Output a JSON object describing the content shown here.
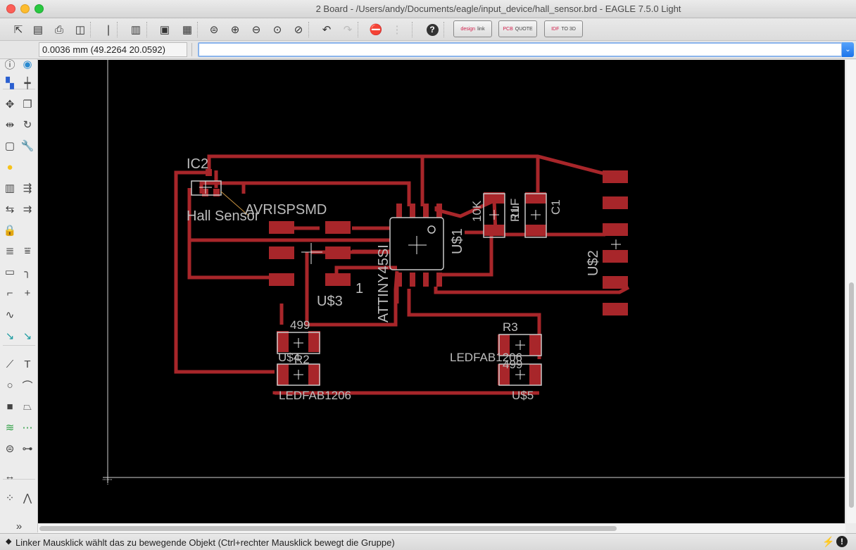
{
  "window": {
    "title": "2 Board - /Users/andy/Documents/eagle/input_device/hall_sensor.brd - EAGLE 7.5.0 Light"
  },
  "toolbar": {
    "buttons": [
      {
        "name": "open-icon",
        "glyph": "⇱"
      },
      {
        "name": "save-icon",
        "glyph": "▤"
      },
      {
        "name": "print-icon",
        "glyph": "⎙"
      },
      {
        "name": "cam-processor-icon",
        "glyph": "◫"
      },
      {
        "name": "script-icon",
        "glyph": "❘"
      },
      {
        "name": "ulp-icon",
        "glyph": "▥"
      },
      {
        "name": "schematic-switch-icon",
        "glyph": "▣"
      },
      {
        "name": "board-switch-icon",
        "glyph": "▦"
      },
      {
        "name": "zoom-fit-icon",
        "glyph": "⊜"
      },
      {
        "name": "zoom-in-icon",
        "glyph": "⊕"
      },
      {
        "name": "zoom-out-icon",
        "glyph": "⊖"
      },
      {
        "name": "zoom-redraw-icon",
        "glyph": "⊙"
      },
      {
        "name": "zoom-select-icon",
        "glyph": "⊘"
      },
      {
        "name": "undo-icon",
        "glyph": "↶"
      },
      {
        "name": "redo-icon",
        "glyph": "↷"
      },
      {
        "name": "stop-icon",
        "glyph": "⛔"
      },
      {
        "name": "go-icon",
        "glyph": "⋮"
      },
      {
        "name": "help-icon",
        "glyph": "?"
      }
    ],
    "ext_buttons": [
      {
        "name": "design-link-button",
        "label": "design",
        "sub": "link"
      },
      {
        "name": "pcb-quote-button",
        "label": "PCB",
        "sub": "QUOTE"
      },
      {
        "name": "idf-to-3d-button",
        "label": "IDF",
        "sub": "TO 3D"
      }
    ]
  },
  "command_bar": {
    "coordinates": "0.0036 mm (49.2264 20.0592)",
    "command_value": ""
  },
  "left_toolbar": [
    {
      "name": "info-icon",
      "glyph": "ⓘ"
    },
    {
      "name": "show-icon",
      "glyph": "◉"
    },
    {
      "name": "display-layers-icon",
      "glyph": "▚"
    },
    {
      "name": "mark-icon",
      "glyph": "┿"
    },
    {
      "name": "move-icon",
      "glyph": "✥"
    },
    {
      "name": "copy-icon",
      "glyph": "❐"
    },
    {
      "name": "mirror-icon",
      "glyph": "⇹"
    },
    {
      "name": "rotate-icon",
      "glyph": "↻"
    },
    {
      "name": "group-icon",
      "glyph": "▢"
    },
    {
      "name": "change-icon",
      "glyph": "🔧"
    },
    {
      "name": "paste-icon",
      "glyph": "●"
    },
    {
      "name": "blank-icon",
      "glyph": ""
    },
    {
      "name": "delete-icon",
      "glyph": "▥"
    },
    {
      "name": "add-icon",
      "glyph": "⇶"
    },
    {
      "name": "replace-icon",
      "glyph": "⇆"
    },
    {
      "name": "optimize-icon",
      "glyph": "⇉"
    },
    {
      "name": "lock-icon",
      "glyph": "🔒"
    },
    {
      "name": "blank2-icon",
      "glyph": ""
    },
    {
      "name": "name-icon",
      "glyph": "≣"
    },
    {
      "name": "value-icon",
      "glyph": "⩸"
    },
    {
      "name": "smash-icon",
      "glyph": "▭"
    },
    {
      "name": "miter-icon",
      "glyph": "╮"
    },
    {
      "name": "split-icon",
      "glyph": "⌐"
    },
    {
      "name": "via-icon",
      "glyph": "+"
    },
    {
      "name": "meander-icon",
      "glyph": "∿"
    },
    {
      "name": "blank3-icon",
      "glyph": ""
    },
    {
      "name": "route-icon",
      "glyph": "↘"
    },
    {
      "name": "ripup-icon",
      "glyph": "↘"
    },
    {
      "name": "wire-icon",
      "glyph": "⟋"
    },
    {
      "name": "text-icon",
      "glyph": "T"
    },
    {
      "name": "circle-icon",
      "glyph": "○"
    },
    {
      "name": "arc-icon",
      "glyph": "⌒"
    },
    {
      "name": "rect-icon",
      "glyph": "■"
    },
    {
      "name": "polygon-icon",
      "glyph": "⏢"
    },
    {
      "name": "ratsnest-icon",
      "glyph": "≋"
    },
    {
      "name": "auto-icon",
      "glyph": "⋯"
    },
    {
      "name": "hole-icon",
      "glyph": "⊜"
    },
    {
      "name": "attribute-icon",
      "glyph": "⊶"
    },
    {
      "name": "dimension-icon",
      "glyph": "↔"
    },
    {
      "name": "blank4-icon",
      "glyph": ""
    },
    {
      "name": "drc-icon",
      "glyph": "⁘"
    },
    {
      "name": "errors-icon",
      "glyph": "⋀"
    },
    {
      "name": "more-icon",
      "glyph": "»"
    }
  ],
  "board": {
    "trace_color": "#a8262a",
    "pad_color": "#a8262a",
    "label_color": "#bdbdbd",
    "labels": {
      "ic2": "IC2",
      "hall_sensor": "Hall Sensor",
      "avrispsmd": "AVRISPSMD",
      "attiny": "ATTINY45SI",
      "us1": "U$1",
      "us2": "U$2",
      "us3": "U$3",
      "us4": "U$4",
      "us5": "U$5",
      "pin1": "1",
      "r1_value": "10K",
      "r1_name": "R1",
      "c1_value": "1uF",
      "c1_name": "C1",
      "r2_value": "499",
      "r2_name": "R2",
      "r3_name": "R3",
      "r3_value": "499",
      "led1": "LEDFAB1206",
      "led2": "LEDFAB1206"
    }
  },
  "status": {
    "text": "Linker Mausklick wählt das zu bewegende Objekt (Ctrl+rechter Mausklick bewegt die Gruppe)",
    "icon": "◆"
  }
}
